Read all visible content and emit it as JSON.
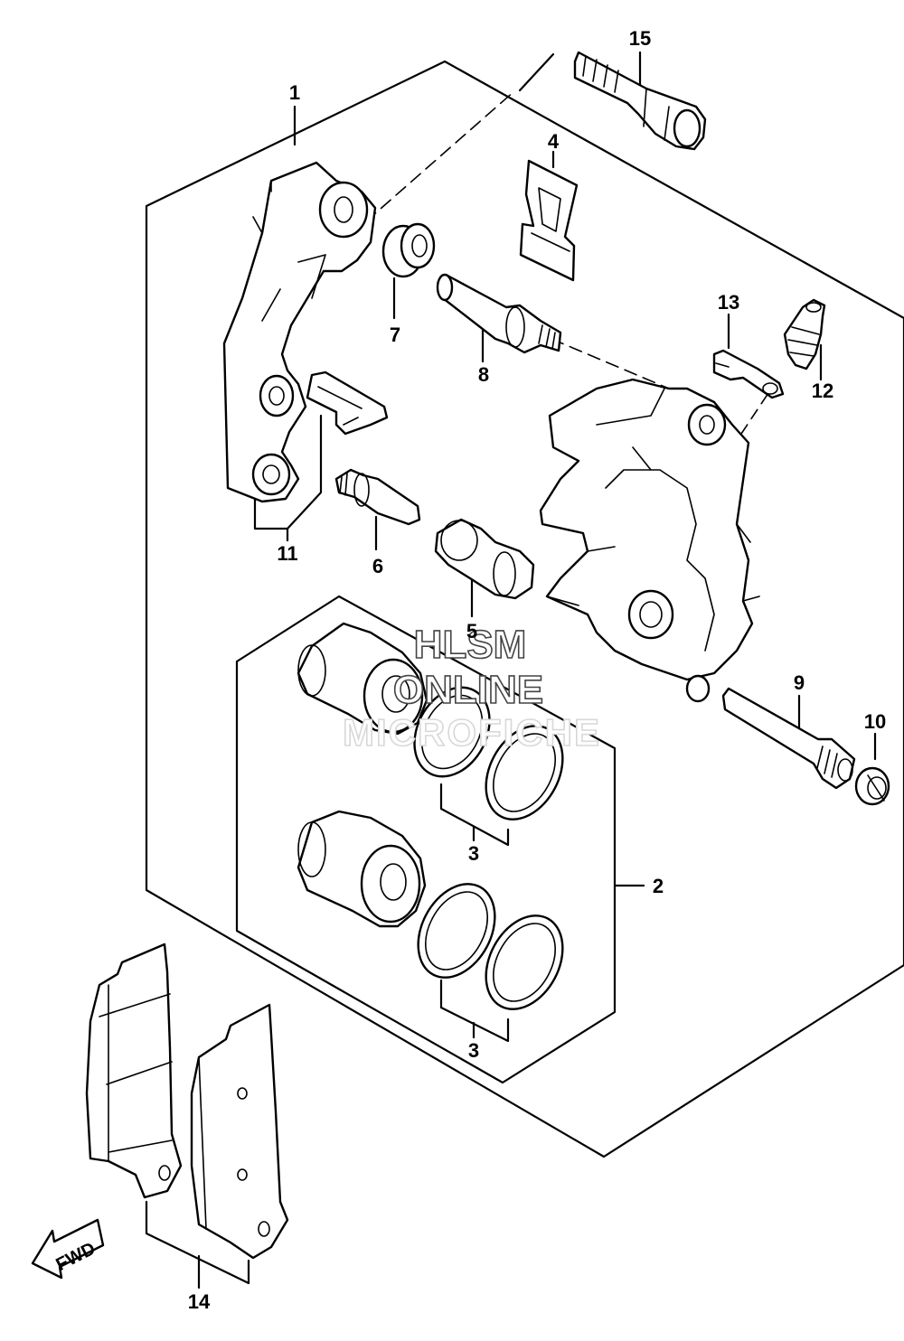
{
  "callouts": [
    {
      "id": "1",
      "text": "1"
    },
    {
      "id": "2",
      "text": "2"
    },
    {
      "id": "3a",
      "text": "3"
    },
    {
      "id": "3b",
      "text": "3"
    },
    {
      "id": "4",
      "text": "4"
    },
    {
      "id": "5",
      "text": "5"
    },
    {
      "id": "6",
      "text": "6"
    },
    {
      "id": "7",
      "text": "7"
    },
    {
      "id": "8",
      "text": "8"
    },
    {
      "id": "9",
      "text": "9"
    },
    {
      "id": "10",
      "text": "10"
    },
    {
      "id": "11",
      "text": "11"
    },
    {
      "id": "12",
      "text": "12"
    },
    {
      "id": "13",
      "text": "13"
    },
    {
      "id": "14",
      "text": "14"
    },
    {
      "id": "15",
      "text": "15"
    }
  ],
  "watermark": {
    "line1": "HLSM",
    "line2": "ONLINE",
    "line3": "MICROFICHE"
  },
  "direction_arrow": {
    "text": "FWD"
  }
}
